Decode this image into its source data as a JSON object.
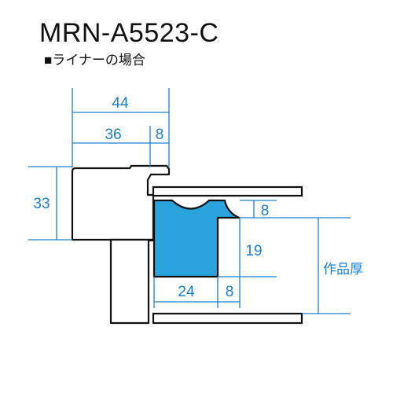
{
  "header": {
    "title": "MRN-A5523-C",
    "subtitle": "■ライナーの場合"
  },
  "dimensions": {
    "overall_width": "44",
    "inner_width": "36",
    "rabbet_width": "8",
    "height": "33",
    "liner_top": "8",
    "liner_depth": "19",
    "liner_width": "24",
    "liner_lip": "8",
    "artwork_thickness": "作品厚"
  },
  "colors": {
    "liner_fill": "#2aa3dd",
    "dimension_line": "#1a7fd0",
    "outline": "#111111"
  }
}
